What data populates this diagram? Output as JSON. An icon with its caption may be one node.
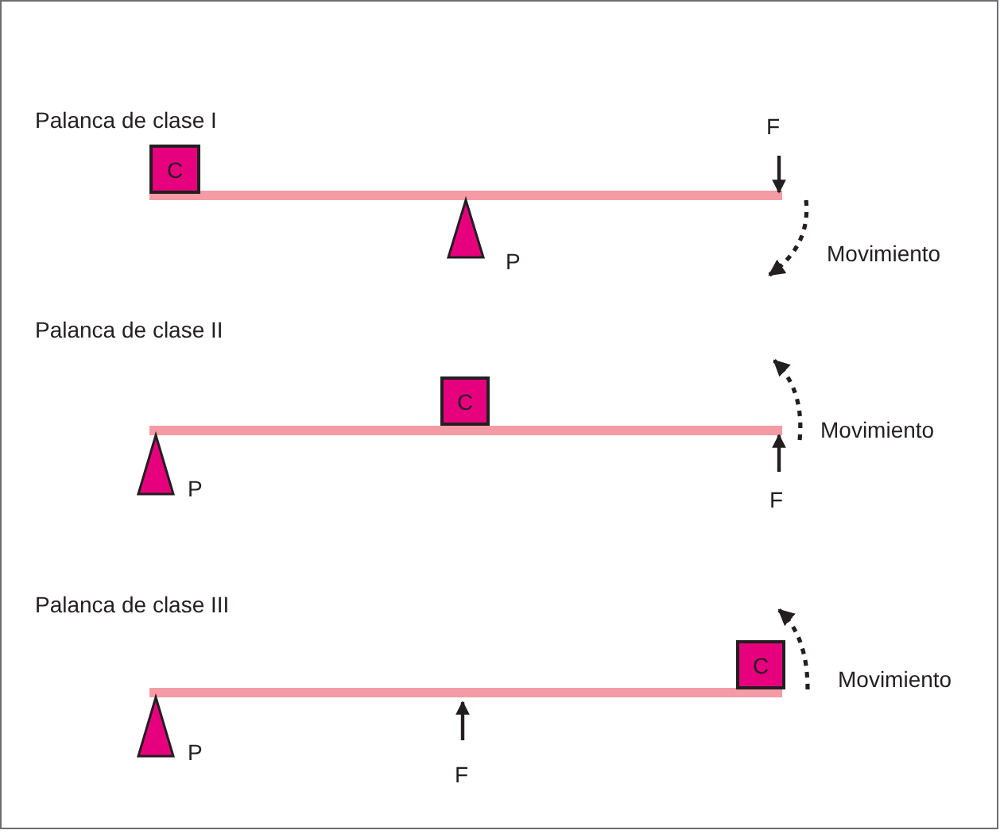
{
  "diagram": {
    "nodes": [
      {
        "text": [
          "C"
        ]
      },
      {
        "text": [
          "C"
        ]
      },
      {
        "text": [
          "C"
        ]
      }
    ],
    "labels": [
      "Palanca de clase I",
      "F",
      "P",
      "Movimiento",
      "Palanca de clase II",
      "Movimiento",
      "P",
      "F",
      "Palanca de clase III",
      "Movimiento",
      "P",
      "F"
    ]
  }
}
